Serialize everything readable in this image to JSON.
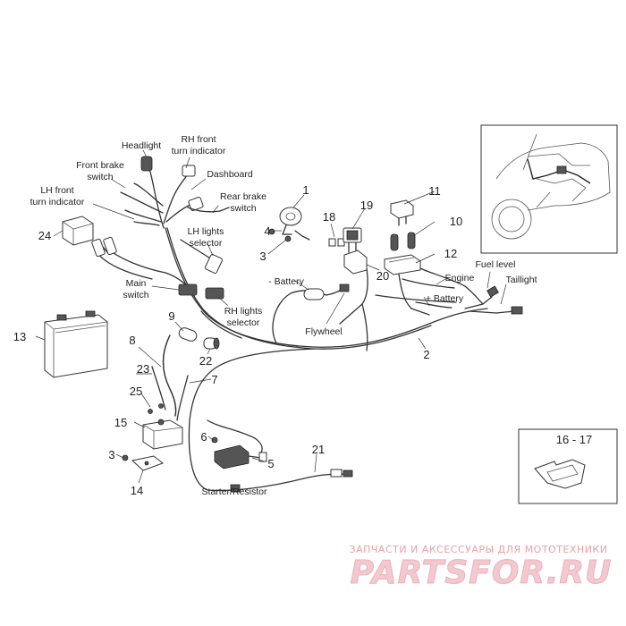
{
  "labels": {
    "headlight": "Headlight",
    "rh_front_1": "RH front",
    "rh_front_2": "turn indicator",
    "front_brake_1": "Front brake",
    "front_brake_2": "switch",
    "dashboard": "Dashboard",
    "lh_front_1": "LH front",
    "lh_front_2": "turn indicator",
    "rear_brake_1": "Rear brake",
    "rear_brake_2": "switch",
    "lh_lights_1": "LH lights",
    "lh_lights_2": "selector",
    "minus_battery": "- Battery",
    "main_switch_1": "Main",
    "main_switch_2": "switch",
    "rh_lights_1": "RH lights",
    "rh_lights_2": "selector",
    "flywheel": "Flywheel",
    "engine": "Engine",
    "plus_battery": "+ Battery",
    "fuel_level_1": "Fuel level",
    "taillight": "Taillight",
    "starter_resistor": "Starter/Resistor"
  },
  "numbers": {
    "n1": "1",
    "n2": "2",
    "n3a": "3",
    "n3b": "3",
    "n4": "4",
    "n5": "5",
    "n6": "6",
    "n7": "7",
    "n8": "8",
    "n9": "9",
    "n10": "10",
    "n11": "11",
    "n12": "12",
    "n13": "13",
    "n14": "14",
    "n15": "15",
    "n16_17": "16 - 17",
    "n18": "18",
    "n19": "19",
    "n20": "20",
    "n21": "21",
    "n22": "22",
    "n23": "23",
    "n24": "24",
    "n25": "25"
  },
  "watermark": {
    "line1": "ЗАПЧАСТИ И АКСЕССУАРЫ ДЛЯ МОТОТЕХНИКИ",
    "line2": "PARTSFOR.RU"
  }
}
